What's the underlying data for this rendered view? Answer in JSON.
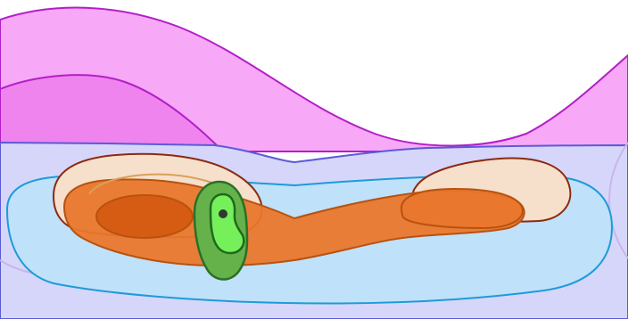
{
  "colors": {
    "background": "#ffffff",
    "magenta_fill": "#f7a8f7",
    "magenta_dark_fill": "#ef84ef",
    "magenta_stroke": "#b41ec8",
    "lavender_fill": "#d6d6fb",
    "lavender_stroke": "#5b5bd6",
    "faint_lavender_stroke": "#c9b6ea",
    "sky_fill": "#bfe1fa",
    "sky_stroke": "#1e9bd7",
    "peach_fill": "#f6dfcb",
    "peach_stroke": "#8b2a12",
    "orange_fill": "#e9772c",
    "orange_stroke": "#b8520f",
    "orange_dark_fill": "#d55c12",
    "green_dark_fill": "#66b24a",
    "green_dark_stroke": "#2a7028",
    "green_light_fill": "#76f05a",
    "green_light_stroke": "#1f6a1f",
    "dot": "#2f3a2f"
  },
  "shapes": [
    "magenta-back-wave",
    "magenta-front-wave",
    "lavender-band",
    "sky-blue-ellipse",
    "peach-blob-left",
    "peach-blob-right",
    "orange-main-blob",
    "orange-dark-spot",
    "orange-right-lobe",
    "green-outer-blob",
    "green-inner-blob",
    "center-dot"
  ]
}
